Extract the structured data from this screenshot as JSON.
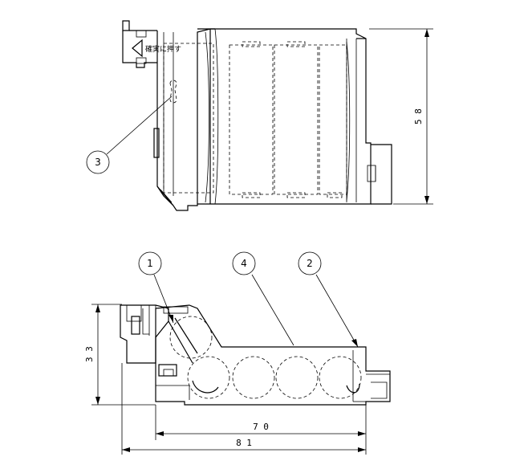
{
  "top_view": {
    "label_text": "確実に押す",
    "callouts": [
      {
        "id": "3",
        "text": "3"
      }
    ],
    "dimensions": {
      "height": "5 8"
    }
  },
  "front_view": {
    "callouts": [
      {
        "id": "1",
        "text": "1"
      },
      {
        "id": "4",
        "text": "4"
      },
      {
        "id": "2",
        "text": "2"
      }
    ],
    "dimensions": {
      "height": "3 3",
      "inner_width": "7 0",
      "overall_width": "8 1"
    }
  }
}
